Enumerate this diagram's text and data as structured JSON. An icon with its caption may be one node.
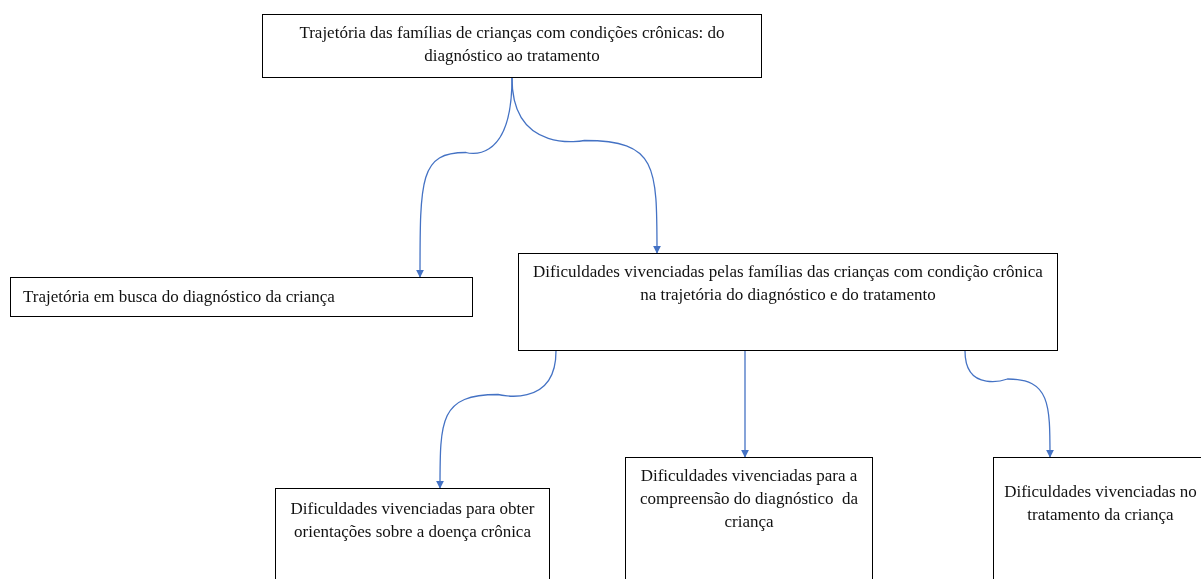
{
  "diagram": {
    "nodes": [
      {
        "text": [
          "Trajetória das famílias de crianças com condições crônicas: do diagnóstico ao tratamento"
        ]
      },
      {
        "text": [
          "Trajetória em busca do diagnóstico da criança"
        ]
      },
      {
        "text": [
          "Dificuldades vivenciadas pelas famílias das crianças com condição crônica na trajetória do diagnóstico e do tratamento"
        ]
      },
      {
        "text": [
          "Dificuldades vivenciadas para obter orientações sobre a doença crônica"
        ]
      },
      {
        "text": [
          "Dificuldades vivenciadas para a compreensão do diagnóstico  da criança"
        ]
      },
      {
        "text": [
          "Dificuldades vivenciadas no tratamento da criança"
        ]
      }
    ],
    "edges": [
      {
        "from": 0,
        "to": 1,
        "arrow": "to"
      },
      {
        "from": 0,
        "to": 2,
        "arrow": "to"
      },
      {
        "from": 2,
        "to": 3,
        "arrow": "to"
      },
      {
        "from": 2,
        "to": 4,
        "arrow": "to"
      },
      {
        "from": 2,
        "to": 5,
        "arrow": "to"
      }
    ]
  }
}
